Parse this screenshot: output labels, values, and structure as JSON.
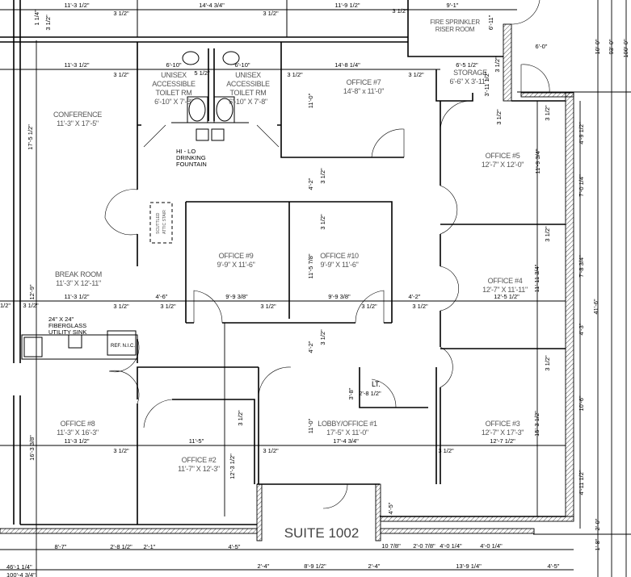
{
  "rooms": {
    "conference": {
      "name": "CONFERENCE",
      "size": "11'-3\" X 17'-5\""
    },
    "toilet_left": {
      "l1": "UNISEX",
      "l2": "ACCESSIBLE",
      "l3": "TOILET RM",
      "size": "6'-10\" X 7'-8\""
    },
    "toilet_right": {
      "l1": "UNISEX",
      "l2": "ACCESSIBLE",
      "l3": "TOILET RM",
      "size": "6'-10\" X 7'-8\""
    },
    "office7": {
      "name": "OFFICE #7",
      "size": "14'-8\" x 11'-0\""
    },
    "fire_sprinkler": {
      "l1": "FIRE SPRINKLER",
      "l2": "RISER ROOM"
    },
    "storage": {
      "name": "STORAGE",
      "size": "6'-6\" X 3'-11\""
    },
    "office5": {
      "name": "OFFICE #5",
      "size": "12'-7\" X 12'-0\""
    },
    "office9": {
      "name": "OFFICE #9",
      "size": "9'-9\" X 11'-6\""
    },
    "office10": {
      "name": "OFFICE #10",
      "size": "9'-9\" X 11'-6\""
    },
    "breakroom": {
      "name": "BREAK ROOM",
      "size": "11'-3\" X 12'-11\""
    },
    "office4": {
      "name": "OFFICE #4",
      "size": "12'-7\" X 11'-11\""
    },
    "office8": {
      "name": "OFFICE #8",
      "size": "11'-3\" X 16'-3\""
    },
    "office2": {
      "name": "OFFICE #2",
      "size": "11'-7\" X 12'-3\""
    },
    "lobby": {
      "name": "LOBBY/OFFICE #1",
      "size": "17'-5\" X 11'-0\""
    },
    "office3": {
      "name": "OFFICE #3",
      "size": "12'-7\" X 17'-3\""
    },
    "closet": {
      "name": "LT."
    },
    "suite": {
      "name": "SUITE 1002"
    }
  },
  "notes": {
    "fountain": [
      "HI - LO",
      "DRINKING",
      "FOUNTAIN"
    ],
    "sink": [
      "24\" X 24\"",
      "FIBERGLASS",
      "UTILITY SINK"
    ],
    "ref": "REF. N.I.C.",
    "attic": [
      "SCUTTLED",
      "ATTIC STAIR"
    ]
  },
  "dimensions": [
    "11'-3 1/2\"",
    "14'-4 3/4\"",
    "11'-9 1/2\"",
    "9'-1\"",
    "3 1/2\"",
    "3 1/2\"",
    "3 1/2\"",
    "1 1/4\"",
    "3 1/2\"",
    "11'-3 1/2\"",
    "6'-10\"",
    "6'-10\"",
    "5 1/2\"",
    "3 1/2\"",
    "3 1/2\"",
    "14'-8 1/4\"",
    "3 1/2\"",
    "6'-5 1/2\"",
    "6'-11\"",
    "3 1/2\"",
    "6'-0\"",
    "3'-11 1/2\"",
    "17'-5 1/2\"",
    "11'-0\"",
    "4'-2\"",
    "3 1/2\"",
    "3 1/2\"",
    "11'-9 3/4\"",
    "4'-9 1/2\"",
    "7'-0 1/4\"",
    "3 1/2\"",
    "11'-3 1/2\"",
    "1/2\"",
    "3 1/2\"",
    "3 1/2\"",
    "4'-6\"",
    "3 1/2\"",
    "9'-9 3/8\"",
    "3 1/2\"",
    "9'-9 3/8\"",
    "3 1/2\"",
    "4'-2\"",
    "3 1/2\"",
    "12'-5 1/2\"",
    "12'-9\"",
    "11'-5 7/8\"",
    "3 1/2\"",
    "3 1/2\"",
    "4'-2\"",
    "11'-11 3/4\"",
    "7'-8 3/4\"",
    "4'-3\"",
    "41'-6\"",
    "3 1/2\"",
    "3 1/2\"",
    "3'-8\"",
    "2'-8 1/2\"",
    "11'-3 1/2\"",
    "3 1/2\"",
    "11'-5\"",
    "3 1/2\"",
    "17'-4 3/4\"",
    "3 1/2\"",
    "12'-7 1/2\"",
    "16'-3 3/8\"",
    "12'-3 1/2\"",
    "11'-0\"",
    "15'-3 1/2\"",
    "10'-6\"",
    "4'-11 1/2\"",
    "4'-5\"",
    "8'-7\"",
    "2'-8 1/2\"",
    "2'-1\"",
    "4'-5\"",
    "10 7/8\"",
    "2'-0 7/8\"",
    "4'-0 1/4\"",
    "4'-0 1/4\"",
    "46'-1 1/4\"",
    "2'-4\"",
    "8'-9 1/2\"",
    "2'-4\"",
    "13'-9 1/4\"",
    "4'-5\"",
    "100'-4 3/4\"",
    "10'-0\"",
    "93'-0\"",
    "100'-0\"",
    "2'-0\"",
    "1'-8\"",
    "3 1/2\""
  ]
}
